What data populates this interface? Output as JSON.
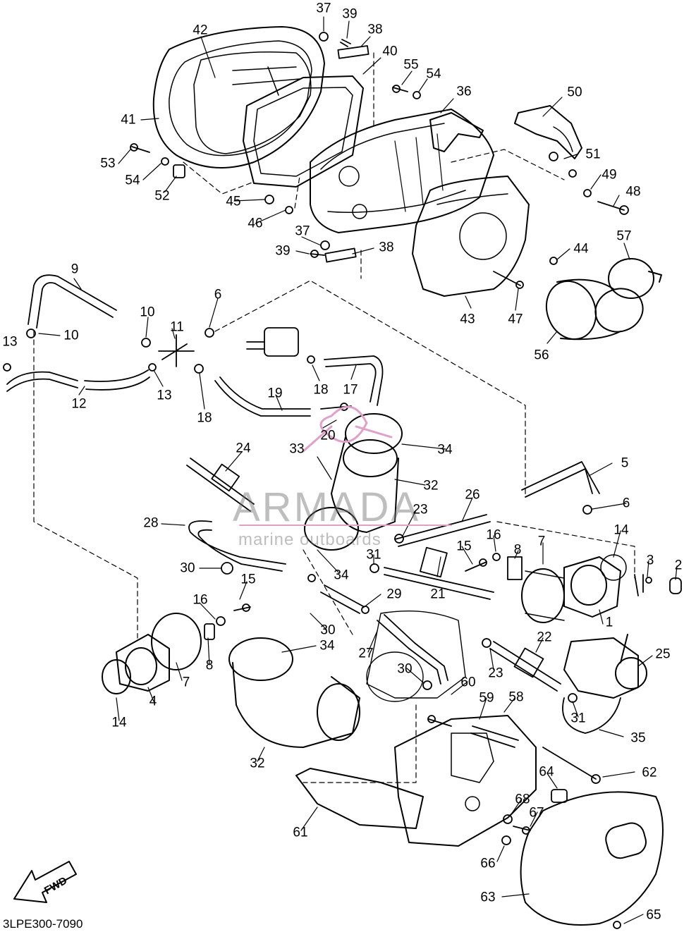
{
  "diagram_code": "3LPE300-7090",
  "fwd_label": "FWD",
  "watermark": {
    "brand": "ARMADA",
    "tagline": "marine outboards"
  },
  "part_numbers": [
    "1",
    "2",
    "3",
    "4",
    "5",
    "6",
    "7",
    "8",
    "9",
    "10",
    "11",
    "12",
    "13",
    "14",
    "15",
    "16",
    "17",
    "18",
    "19",
    "20",
    "21",
    "22",
    "23",
    "24",
    "25",
    "26",
    "27",
    "28",
    "29",
    "30",
    "31",
    "32",
    "33",
    "34",
    "35",
    "36",
    "37",
    "38",
    "39",
    "40",
    "41",
    "42",
    "43",
    "44",
    "45",
    "46",
    "47",
    "48",
    "49",
    "50",
    "51",
    "52",
    "53",
    "54",
    "55",
    "56",
    "57",
    "58",
    "59",
    "60",
    "61",
    "62",
    "63",
    "64",
    "65",
    "66",
    "67",
    "68"
  ],
  "colors": {
    "line": "#000000",
    "watermark_gray": "#8a8a8a",
    "watermark_pink": "#e0a0c8"
  }
}
